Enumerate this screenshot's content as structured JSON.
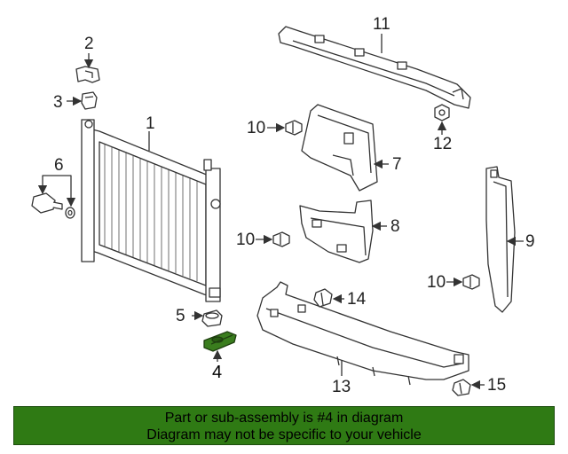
{
  "diagram": {
    "callouts": [
      {
        "id": "c1",
        "label": "1"
      },
      {
        "id": "c2",
        "label": "2"
      },
      {
        "id": "c3",
        "label": "3"
      },
      {
        "id": "c4",
        "label": "4",
        "highlighted": true
      },
      {
        "id": "c5",
        "label": "5"
      },
      {
        "id": "c6",
        "label": "6"
      },
      {
        "id": "c7",
        "label": "7"
      },
      {
        "id": "c8",
        "label": "8"
      },
      {
        "id": "c9",
        "label": "9"
      },
      {
        "id": "c10a",
        "label": "10"
      },
      {
        "id": "c10b",
        "label": "10"
      },
      {
        "id": "c10c",
        "label": "10"
      },
      {
        "id": "c11",
        "label": "11"
      },
      {
        "id": "c12",
        "label": "12"
      },
      {
        "id": "c13",
        "label": "13"
      },
      {
        "id": "c14",
        "label": "14"
      },
      {
        "id": "c15",
        "label": "15"
      }
    ],
    "colors": {
      "line": "#333333",
      "part_fill": "#ffffff",
      "highlight_part": "#3a7d1e"
    }
  },
  "banner": {
    "line1": "Part or sub-assembly is #4 in diagram",
    "line2": "Diagram may not be specific to your vehicle",
    "background": "#2f7a14"
  }
}
